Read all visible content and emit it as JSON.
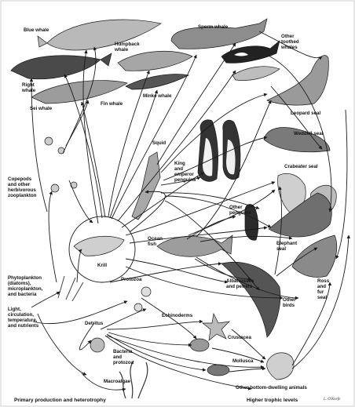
{
  "labels": {
    "blue_whale": "Blue whale",
    "sperm_whale": "Sperm whale",
    "humpback_whale": [
      "Humpback",
      "whale"
    ],
    "other_toothed_whales": [
      "Other",
      "toothed",
      "whales"
    ],
    "right_whale": [
      "Right",
      "whale"
    ],
    "sei_whale": "Sei whale",
    "fin_whale": "Fin whale",
    "minke_whale": "Minke whale",
    "leopard_seal": "Leopard seal",
    "weddell_seal": "Weddell seal",
    "crabeater_seal": "Crabeater seal",
    "squid": "Squid",
    "king_emperor_penguins": [
      "King",
      "and",
      "emperor",
      "penguins"
    ],
    "other_penguins": [
      "Other",
      "penguins"
    ],
    "copepods": [
      "Copepods",
      "and other",
      "herbivorous",
      "zooplankton"
    ],
    "krill": "Krill",
    "ocean_fish": [
      "Ocean",
      "fish"
    ],
    "elephant_seal": [
      "Elephant",
      "seal"
    ],
    "albatrosses": [
      "Albatrosses",
      "and petrels"
    ],
    "ross_fur_seal": [
      "Ross",
      "and",
      "fur",
      "seal"
    ],
    "phytoplankton": [
      "Phytoplankton",
      "(diatoms),",
      "microplankton,",
      "and bacteria"
    ],
    "protozoa": "Protozoa",
    "light_etc": [
      "Light,",
      "circulation,",
      "temperature,",
      "and nutrients"
    ],
    "other_birds": [
      "Other",
      "birds"
    ],
    "detritus": "Detritus",
    "echinoderms": "Echinoderms",
    "crustacea": "Crustacea",
    "bacteria_protozoa": [
      "Bacteria",
      "and",
      "protozoa"
    ],
    "mollusca": "Mollusca",
    "macroalgae": "Macroalgae",
    "other_bottom": "Other bottom-dwelling animals",
    "primary_production": "Primary production and heterotrophy",
    "higher_trophic": "Higher trophic levels",
    "signature": "L. O'Keefe"
  }
}
